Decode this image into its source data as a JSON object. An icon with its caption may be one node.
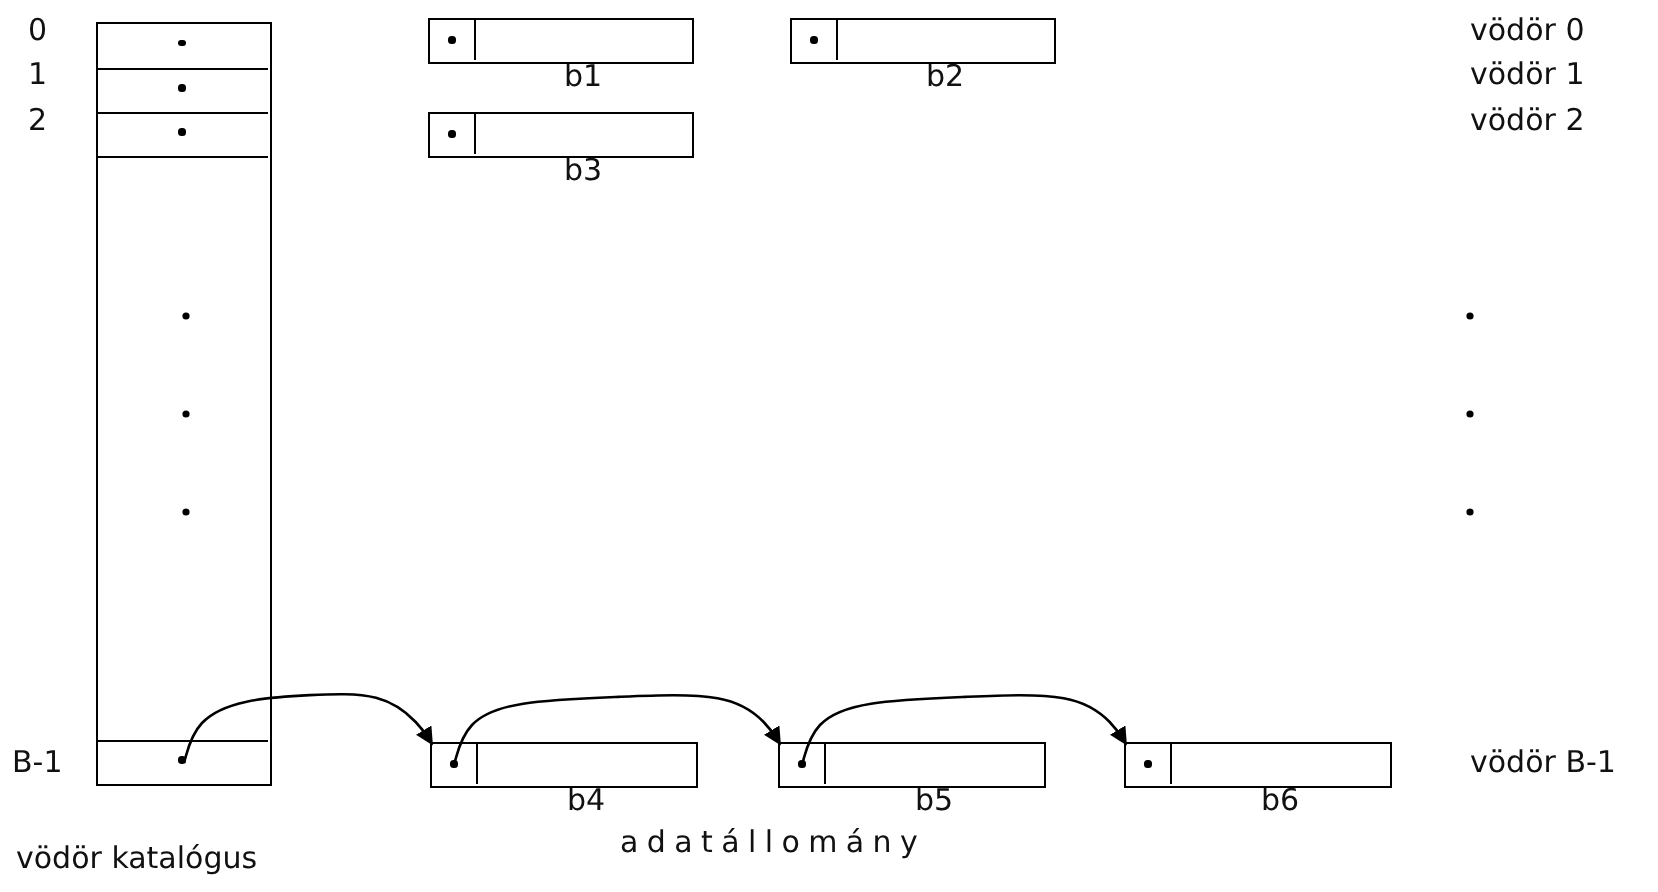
{
  "diagram": {
    "nodes": [
      {
        "text": [],
        "shape": "box"
      },
      {
        "text": [],
        "shape": "box",
        "in": 0
      },
      {
        "text": [],
        "shape": "box",
        "in": 0
      },
      {
        "text": [],
        "shape": "box",
        "in": 0
      },
      {
        "text": [],
        "shape": "box",
        "in": 0
      },
      {
        "text": [],
        "shape": "box",
        "beside": [
          "b1"
        ]
      },
      {
        "text": [],
        "shape": "box",
        "beside": [
          "b2"
        ]
      },
      {
        "text": [],
        "shape": "box",
        "beside": [
          "b3"
        ]
      },
      {
        "text": [],
        "shape": "box",
        "beside": [
          "b4"
        ]
      },
      {
        "text": [],
        "shape": "box",
        "beside": [
          "b5"
        ]
      },
      {
        "text": [],
        "shape": "box",
        "beside": [
          "b6"
        ]
      }
    ],
    "edges": [
      {
        "from": 4,
        "to": 8,
        "arrow": "to"
      },
      {
        "from": 8,
        "to": 9,
        "arrow": "to"
      },
      {
        "from": 9,
        "to": 10,
        "arrow": "to"
      }
    ],
    "labels": [
      "0",
      "vödör 0",
      "1",
      "vödör 1",
      "2",
      "vödör 2",
      "B-1",
      "vödör B-1",
      "vödör katalógus",
      "adatállomány"
    ]
  }
}
